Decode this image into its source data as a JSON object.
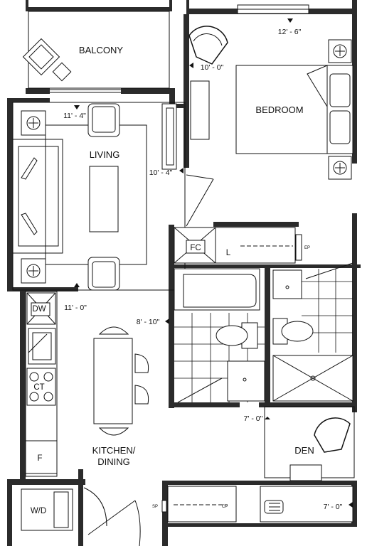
{
  "rooms": {
    "balcony": "BALCONY",
    "bedroom": "BEDROOM",
    "living": "LIVING",
    "kitchen_line1": "KITCHEN/",
    "kitchen_line2": "DINING",
    "den": "DEN"
  },
  "dimensions": {
    "bedroom_width": "12' - 6\"",
    "bedroom_depth": "10' - 0\"",
    "living_depth": "11' - 4\"",
    "living_width": "10' - 4\"",
    "kitchen_width": "11' - 0\"",
    "bath_depth": "8' - 10\"",
    "den_width": "7' - 0\"",
    "den_depth": "7' - 0\""
  },
  "fixtures": {
    "fridge_closet": "FC",
    "linen": "L",
    "electrical_panel": "EP",
    "dishwasher": "DW",
    "cooktop": "CT",
    "fridge": "F",
    "washer_dryer": "W/D",
    "sp": "SP",
    "cp": "CP"
  }
}
